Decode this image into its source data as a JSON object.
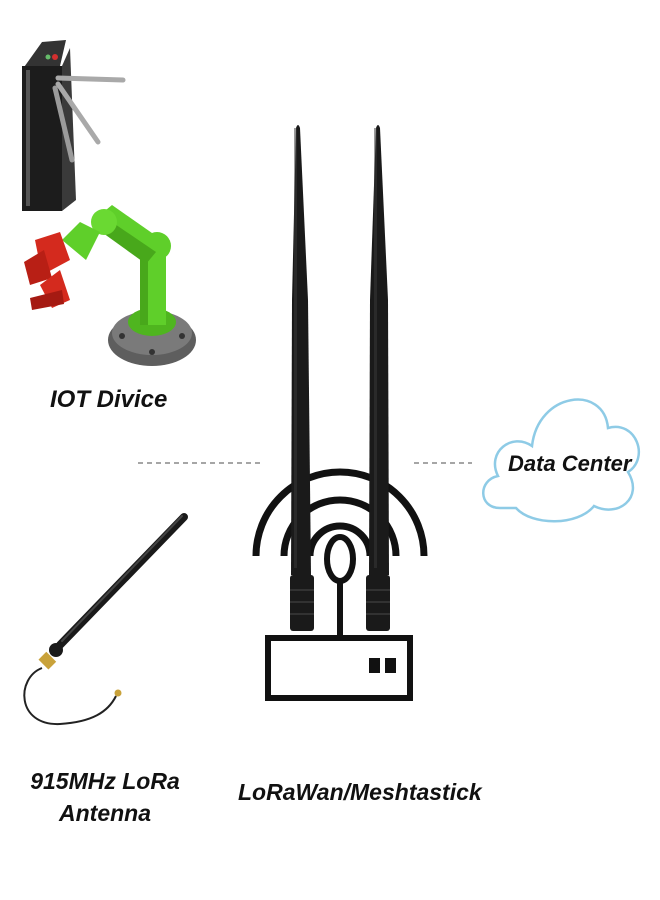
{
  "labels": {
    "iot_device": "IOT Divice",
    "data_center": "Data Center",
    "antenna_line1": "915MHz LoRa",
    "antenna_line2": "Antenna",
    "gateway": "LoRaWan/Meshtastick"
  },
  "colors": {
    "cloud_stroke": "#8ecbe6",
    "arm_green": "#5fcf2a",
    "gripper_red": "#d42a1e",
    "antenna_black": "#1a1a1a",
    "dashed_line": "#888888"
  },
  "icons": [
    "turnstile-icon",
    "robot-arm-icon",
    "antenna-icon",
    "gateway-router-icon",
    "cloud-icon",
    "signal-waves-icon"
  ]
}
